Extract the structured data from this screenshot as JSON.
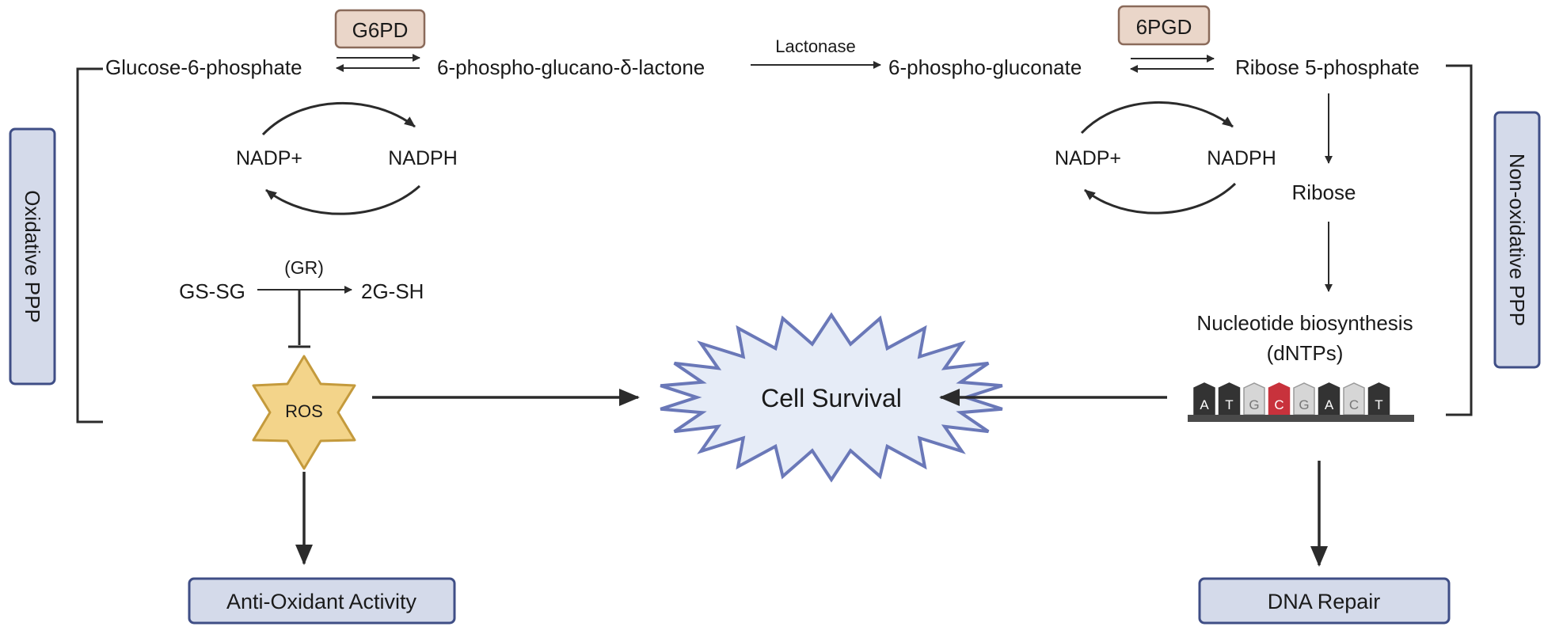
{
  "pathway": {
    "glucose6p": "Glucose-6-phosphate",
    "lactone": "6-phospho-glucano-δ-lactone",
    "gluconate": "6-phospho-gluconate",
    "ribose5p": "Ribose 5-phosphate",
    "ribose": "Ribose",
    "nucleotide_line1": "Nucleotide biosynthesis",
    "nucleotide_line2": "(dNTPs)"
  },
  "enzymes": {
    "g6pd": "G6PD",
    "pgd": "6PGD",
    "lactonase": "Lactonase",
    "gr": "(GR)"
  },
  "cofactors": {
    "left_nadp": "NADP+",
    "left_nadph": "NADPH",
    "right_nadp": "NADP+",
    "right_nadph": "NADPH"
  },
  "glutathione": {
    "gssg": "GS-SG",
    "gsh": "2G-SH"
  },
  "ros": "ROS",
  "cell_survival": "Cell Survival",
  "phases": {
    "oxidative": "Oxidative PPP",
    "non_oxidative": "Non-oxidative PPP"
  },
  "outcomes": {
    "antioxidant": "Anti-Oxidant Activity",
    "dna_repair": "DNA Repair"
  },
  "dna_bases": [
    "A",
    "T",
    "G",
    "C",
    "G",
    "A",
    "C",
    "T"
  ],
  "colors": {
    "enzyme_box_fill": "#ead6c9",
    "enzyme_box_stroke": "#8a6a5a",
    "phase_box_fill": "#d4daea",
    "phase_box_stroke": "#3f4e86",
    "burst_fill": "#e6ecf7",
    "burst_stroke": "#6a78b8",
    "ros_fill": "#f3d48a",
    "ros_stroke": "#c49a3c",
    "base_dark": "#333333",
    "base_light": "#d6d6d6",
    "base_highlight": "#c8323c"
  }
}
